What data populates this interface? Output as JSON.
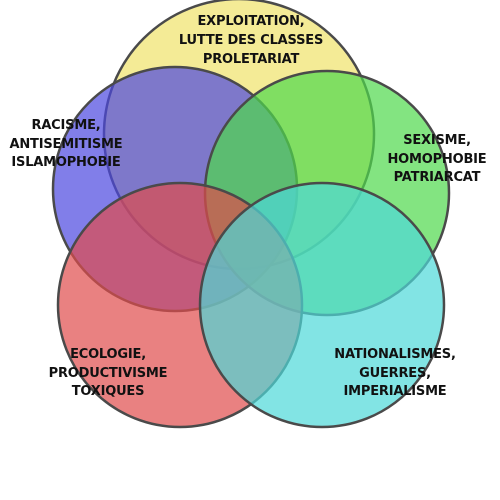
{
  "diagram": {
    "sets": [
      {
        "id": "exploitation",
        "lines": [
          "EXPLOITATION,",
          "LUTTE DES CLASSES",
          "PROLETARIAT"
        ],
        "color": "#f0e269"
      },
      {
        "id": "racisme",
        "lines": [
          "RACISME,",
          "ANTISEMITISME",
          "ISLAMOPHOBIE"
        ],
        "color": "#4b47e0"
      },
      {
        "id": "sexisme",
        "lines": [
          "SEXISME,",
          "HOMOPHOBIE",
          "PATRIARCAT"
        ],
        "color": "#4fd94c"
      },
      {
        "id": "ecologie",
        "lines": [
          "ECOLOGIE,",
          "PRODUCTIVISME",
          "TOXIQUES"
        ],
        "color": "#df4b4b"
      },
      {
        "id": "nationalismes",
        "lines": [
          "NATIONALISMES,",
          "GUERRES,",
          "IMPERIALISME"
        ],
        "color": "#4dd9d9"
      }
    ]
  }
}
